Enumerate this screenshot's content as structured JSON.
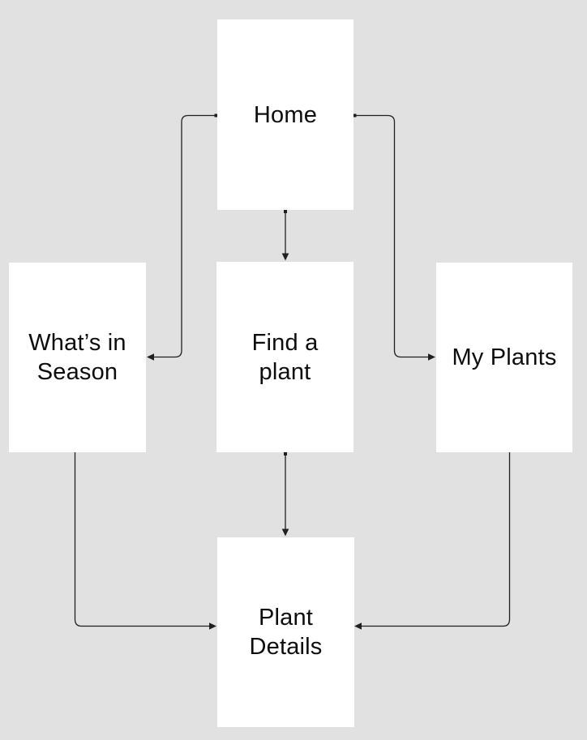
{
  "diagram": {
    "type": "navigation-flowchart",
    "nodes": {
      "home": {
        "label": "Home"
      },
      "whats_in_season": {
        "label": "What’s in\nSeason"
      },
      "find_a_plant": {
        "label": "Find a\nplant"
      },
      "my_plants": {
        "label": "My Plants"
      },
      "plant_details": {
        "label": "Plant\nDetails"
      }
    },
    "edges": [
      {
        "from": "home",
        "to": "whats_in_season",
        "marker_start": "square",
        "marker_end": "arrow"
      },
      {
        "from": "home",
        "to": "my_plants",
        "marker_start": "square",
        "marker_end": "arrow"
      },
      {
        "from": "home",
        "to": "find_a_plant",
        "marker_start": "square",
        "marker_end": "arrow"
      },
      {
        "from": "find_a_plant",
        "to": "plant_details",
        "marker_start": "square",
        "marker_end": "arrow"
      },
      {
        "from": "whats_in_season",
        "to": "plant_details",
        "marker_start": "none",
        "marker_end": "arrow"
      },
      {
        "from": "my_plants",
        "to": "plant_details",
        "marker_start": "none",
        "marker_end": "arrow"
      }
    ],
    "colors": {
      "canvas_background": "#e1e1e1",
      "node_fill": "#ffffff",
      "connector": "#1f1f1f",
      "text": "#0d0d0d"
    }
  }
}
